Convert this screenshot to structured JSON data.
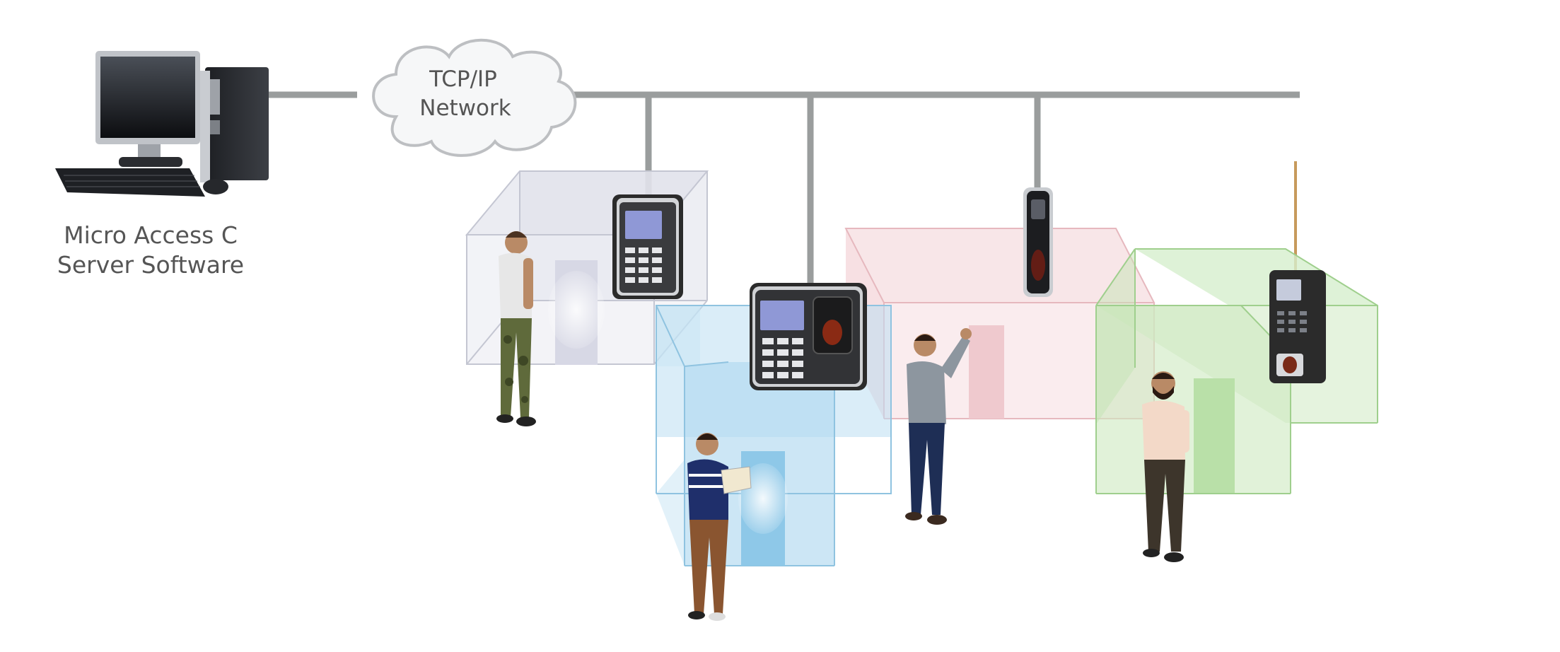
{
  "server": {
    "line1": "Micro Access C",
    "line2": "Server Software"
  },
  "network": {
    "line1": "TCP/IP",
    "line2": "Network"
  },
  "colors": {
    "network_line": "#9a9d9d",
    "room_gray": "#dfe0ea",
    "room_blue": "#bcdff2",
    "room_pink": "#f6dde0",
    "room_green": "#cfeac3",
    "device_body": "#2b2b2b",
    "lcd": "#8f98d6"
  },
  "icons": [
    "computer-icon",
    "cloud-icon",
    "access-terminal-icon",
    "fingerprint-terminal-icon",
    "card-reader-icon",
    "person-icon"
  ]
}
